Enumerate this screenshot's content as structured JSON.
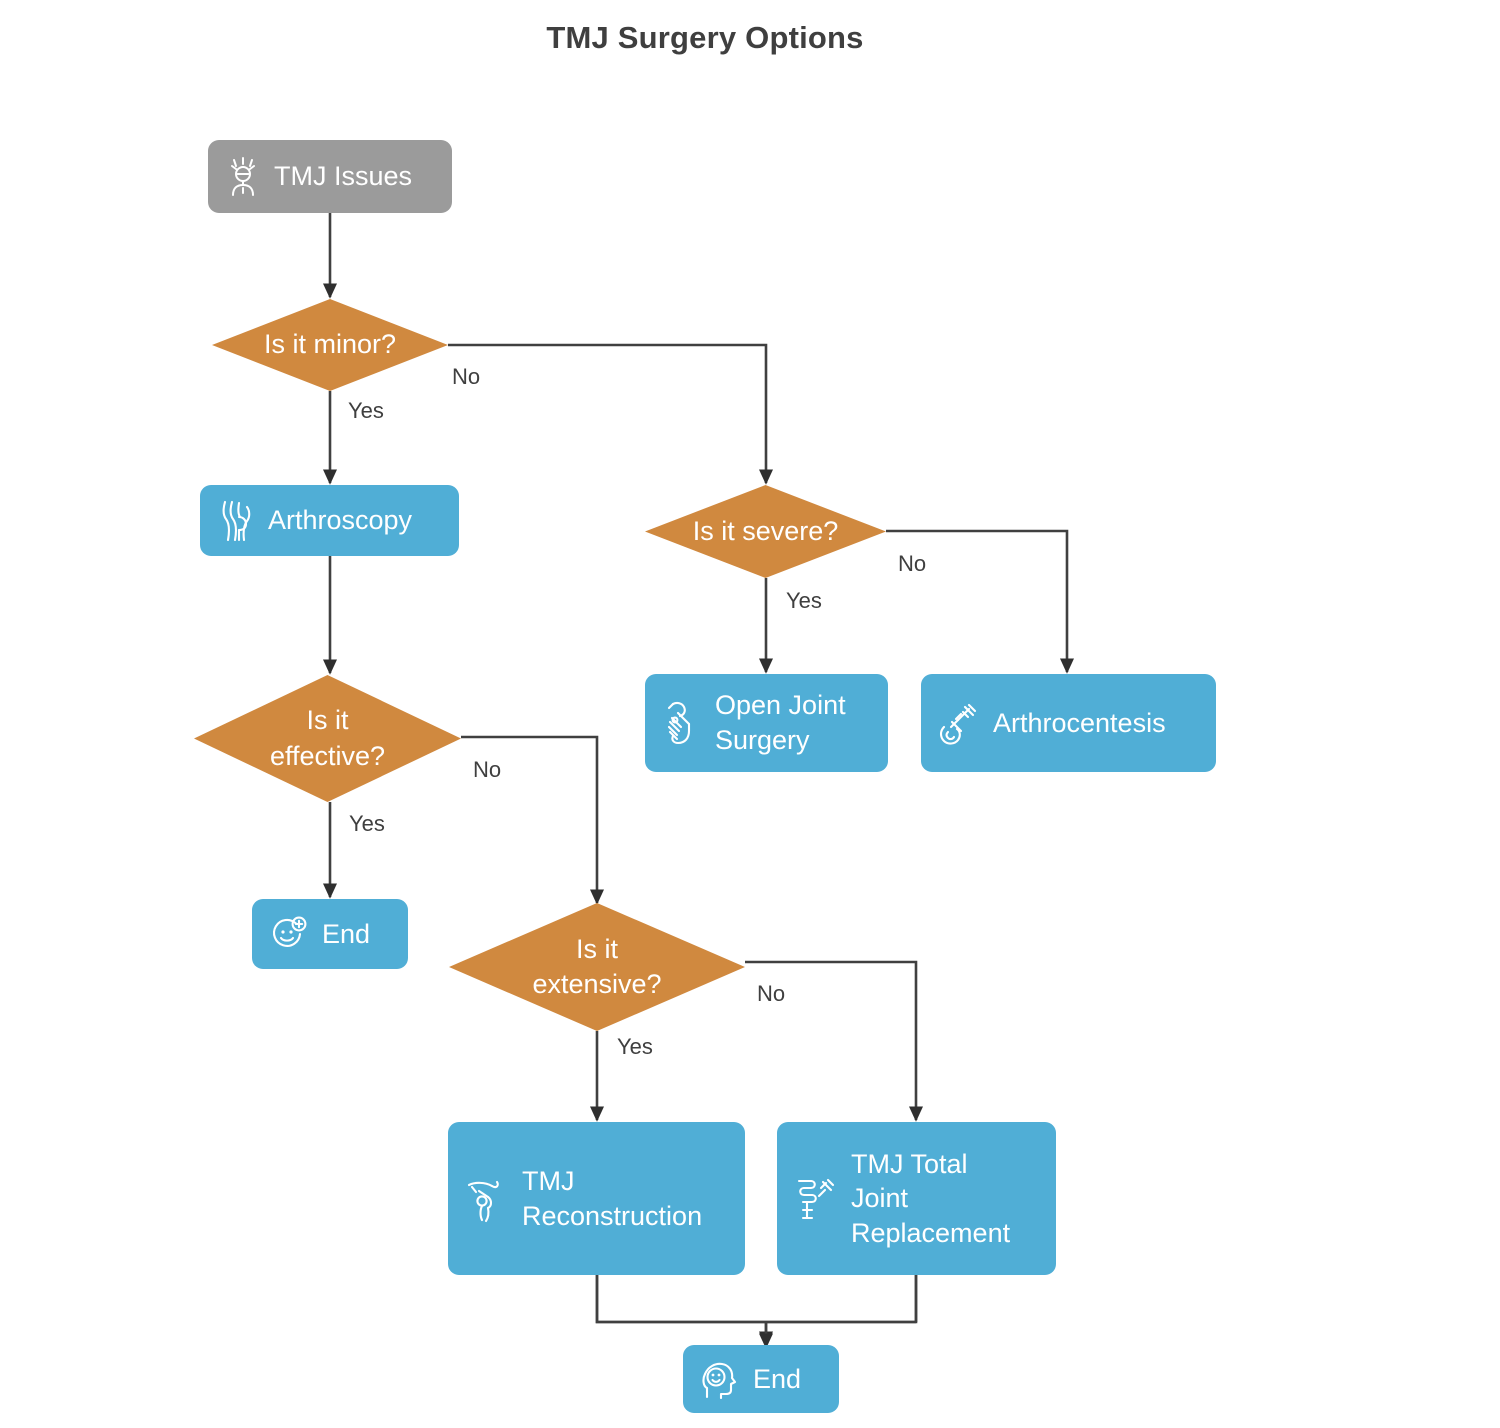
{
  "title": "TMJ Surgery Options",
  "colors": {
    "background": "#ffffff",
    "start_node": "#9b9b9b",
    "action_node": "#50aed6",
    "decision_node": "#d0893f",
    "edge_line": "#404040",
    "title_text": "#3f3f3f",
    "node_text": "#ffffff",
    "edge_label_text": "#3f3f3f"
  },
  "nodes": {
    "start": {
      "label": "TMJ Issues",
      "type": "start",
      "icon": "head-pain-icon"
    },
    "is_minor": {
      "label": "Is it minor?",
      "type": "decision"
    },
    "arthroscopy": {
      "label": "Arthroscopy",
      "type": "action",
      "icon": "joint-bone-icon"
    },
    "is_severe": {
      "label": "Is it severe?",
      "type": "decision"
    },
    "open_joint_surgery": {
      "label": "Open Joint\nSurgery",
      "type": "action",
      "icon": "surgical-tool-icon"
    },
    "arthrocentesis": {
      "label": "Arthrocentesis",
      "type": "action",
      "icon": "syringe-joint-icon"
    },
    "is_effective": {
      "label": "Is it\neffective?",
      "type": "decision"
    },
    "end_left": {
      "label": "End",
      "type": "action",
      "icon": "smiley-plus-icon"
    },
    "is_extensive": {
      "label": "Is it\nextensive?",
      "type": "decision"
    },
    "tmj_reconstruction": {
      "label": "TMJ\nReconstruction",
      "type": "action",
      "icon": "jaw-reconstruction-icon"
    },
    "tmj_total_joint_replacement": {
      "label": "TMJ Total\nJoint\nReplacement",
      "type": "action",
      "icon": "joint-implant-icon"
    },
    "end_bottom": {
      "label": "End",
      "type": "action",
      "icon": "head-smiley-icon"
    }
  },
  "edge_labels": {
    "minor_no": "No",
    "minor_yes": "Yes",
    "severe_no": "No",
    "severe_yes": "Yes",
    "effective_no": "No",
    "effective_yes": "Yes",
    "extensive_no": "No",
    "extensive_yes": "Yes"
  },
  "chart_data": {
    "type": "diagram",
    "diagram_type": "flowchart",
    "title": "TMJ Surgery Options",
    "orientation": "top-down",
    "nodes": [
      {
        "id": "start",
        "label": "TMJ Issues",
        "shape": "rounded-rect",
        "color": "#9b9b9b"
      },
      {
        "id": "is_minor",
        "label": "Is it minor?",
        "shape": "diamond",
        "color": "#d0893f"
      },
      {
        "id": "arthroscopy",
        "label": "Arthroscopy",
        "shape": "rounded-rect",
        "color": "#50aed6"
      },
      {
        "id": "is_severe",
        "label": "Is it severe?",
        "shape": "diamond",
        "color": "#d0893f"
      },
      {
        "id": "open_joint_surgery",
        "label": "Open Joint Surgery",
        "shape": "rounded-rect",
        "color": "#50aed6"
      },
      {
        "id": "arthrocentesis",
        "label": "Arthrocentesis",
        "shape": "rounded-rect",
        "color": "#50aed6"
      },
      {
        "id": "is_effective",
        "label": "Is it effective?",
        "shape": "diamond",
        "color": "#d0893f"
      },
      {
        "id": "end_left",
        "label": "End",
        "shape": "rounded-rect",
        "color": "#50aed6"
      },
      {
        "id": "is_extensive",
        "label": "Is it extensive?",
        "shape": "diamond",
        "color": "#d0893f"
      },
      {
        "id": "tmj_reconstruction",
        "label": "TMJ Reconstruction",
        "shape": "rounded-rect",
        "color": "#50aed6"
      },
      {
        "id": "tmj_total_joint_replacement",
        "label": "TMJ Total Joint Replacement",
        "shape": "rounded-rect",
        "color": "#50aed6"
      },
      {
        "id": "end_bottom",
        "label": "End",
        "shape": "rounded-rect",
        "color": "#50aed6"
      }
    ],
    "edges": [
      {
        "from": "start",
        "to": "is_minor",
        "label": ""
      },
      {
        "from": "is_minor",
        "to": "arthroscopy",
        "label": "Yes"
      },
      {
        "from": "is_minor",
        "to": "is_severe",
        "label": "No"
      },
      {
        "from": "is_severe",
        "to": "open_joint_surgery",
        "label": "Yes"
      },
      {
        "from": "is_severe",
        "to": "arthrocentesis",
        "label": "No"
      },
      {
        "from": "arthroscopy",
        "to": "is_effective",
        "label": ""
      },
      {
        "from": "is_effective",
        "to": "end_left",
        "label": "Yes"
      },
      {
        "from": "is_effective",
        "to": "is_extensive",
        "label": "No"
      },
      {
        "from": "is_extensive",
        "to": "tmj_reconstruction",
        "label": "Yes"
      },
      {
        "from": "is_extensive",
        "to": "tmj_total_joint_replacement",
        "label": "No"
      },
      {
        "from": "tmj_reconstruction",
        "to": "end_bottom",
        "label": ""
      },
      {
        "from": "tmj_total_joint_replacement",
        "to": "end_bottom",
        "label": ""
      }
    ]
  }
}
